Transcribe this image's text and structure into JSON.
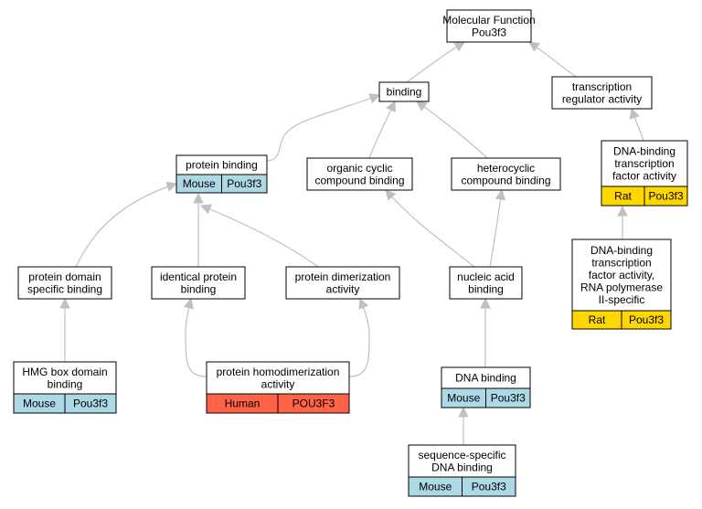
{
  "nodes": {
    "molecular_function": {
      "lines": [
        "Molecular Function",
        "Pou3f3"
      ]
    },
    "binding": {
      "lines": [
        "binding"
      ]
    },
    "transcription_regulator_activity": {
      "lines": [
        "transcription",
        "regulator activity"
      ]
    },
    "protein_binding": {
      "lines": [
        "protein binding"
      ],
      "annotation": {
        "species": "Mouse",
        "gene": "Pou3f3",
        "color": "#add8e6"
      }
    },
    "organic_cyclic_compound_binding": {
      "lines": [
        "organic cyclic",
        "compound binding"
      ]
    },
    "heterocyclic_compound_binding": {
      "lines": [
        "heterocyclic",
        "compound binding"
      ]
    },
    "dna_binding_transcription_factor_activity": {
      "lines": [
        "DNA-binding",
        "transcription",
        "factor activity"
      ],
      "annotation": {
        "species": "Rat",
        "gene": "Pou3f3",
        "color": "#ffd700"
      }
    },
    "dna_binding_tf_activity_rna_pol_ii_specific": {
      "lines": [
        "DNA-binding",
        "transcription",
        "factor activity,",
        "RNA polymerase",
        "II-specific"
      ],
      "annotation": {
        "species": "Rat",
        "gene": "Pou3f3",
        "color": "#ffd700"
      }
    },
    "protein_domain_specific_binding": {
      "lines": [
        "protein domain",
        "specific binding"
      ]
    },
    "identical_protein_binding": {
      "lines": [
        "identical protein",
        "binding"
      ]
    },
    "protein_dimerization_activity": {
      "lines": [
        "protein dimerization",
        "activity"
      ]
    },
    "nucleic_acid_binding": {
      "lines": [
        "nucleic acid",
        "binding"
      ]
    },
    "hmg_box_domain_binding": {
      "lines": [
        "HMG box domain",
        "binding"
      ],
      "annotation": {
        "species": "Mouse",
        "gene": "Pou3f3",
        "color": "#add8e6"
      }
    },
    "protein_homodimerization_activity": {
      "lines": [
        "protein homodimerization",
        "activity"
      ],
      "annotation": {
        "species": "Human",
        "gene": "POU3F3",
        "color": "#ff6347"
      }
    },
    "dna_binding": {
      "lines": [
        "DNA binding"
      ],
      "annotation": {
        "species": "Mouse",
        "gene": "Pou3f3",
        "color": "#add8e6"
      }
    },
    "sequence_specific_dna_binding": {
      "lines": [
        "sequence-specific",
        "DNA binding"
      ],
      "annotation": {
        "species": "Mouse",
        "gene": "Pou3f3",
        "color": "#add8e6"
      }
    }
  },
  "edges": [
    {
      "from": "binding",
      "to": "molecular_function"
    },
    {
      "from": "transcription_regulator_activity",
      "to": "molecular_function"
    },
    {
      "from": "protein_binding",
      "to": "binding"
    },
    {
      "from": "organic_cyclic_compound_binding",
      "to": "binding"
    },
    {
      "from": "heterocyclic_compound_binding",
      "to": "binding"
    },
    {
      "from": "dna_binding_transcription_factor_activity",
      "to": "transcription_regulator_activity"
    },
    {
      "from": "dna_binding_tf_activity_rna_pol_ii_specific",
      "to": "dna_binding_transcription_factor_activity"
    },
    {
      "from": "protein_domain_specific_binding",
      "to": "protein_binding"
    },
    {
      "from": "identical_protein_binding",
      "to": "protein_binding"
    },
    {
      "from": "protein_dimerization_activity",
      "to": "protein_binding"
    },
    {
      "from": "nucleic_acid_binding",
      "to": "organic_cyclic_compound_binding"
    },
    {
      "from": "nucleic_acid_binding",
      "to": "heterocyclic_compound_binding"
    },
    {
      "from": "hmg_box_domain_binding",
      "to": "protein_domain_specific_binding"
    },
    {
      "from": "protein_homodimerization_activity",
      "to": "identical_protein_binding"
    },
    {
      "from": "protein_homodimerization_activity",
      "to": "protein_dimerization_activity"
    },
    {
      "from": "dna_binding",
      "to": "nucleic_acid_binding"
    },
    {
      "from": "sequence_specific_dna_binding",
      "to": "dna_binding"
    }
  ],
  "colors": {
    "edge": "#c0c0c0",
    "node_border": "#000000",
    "node_fill": "#ffffff"
  }
}
